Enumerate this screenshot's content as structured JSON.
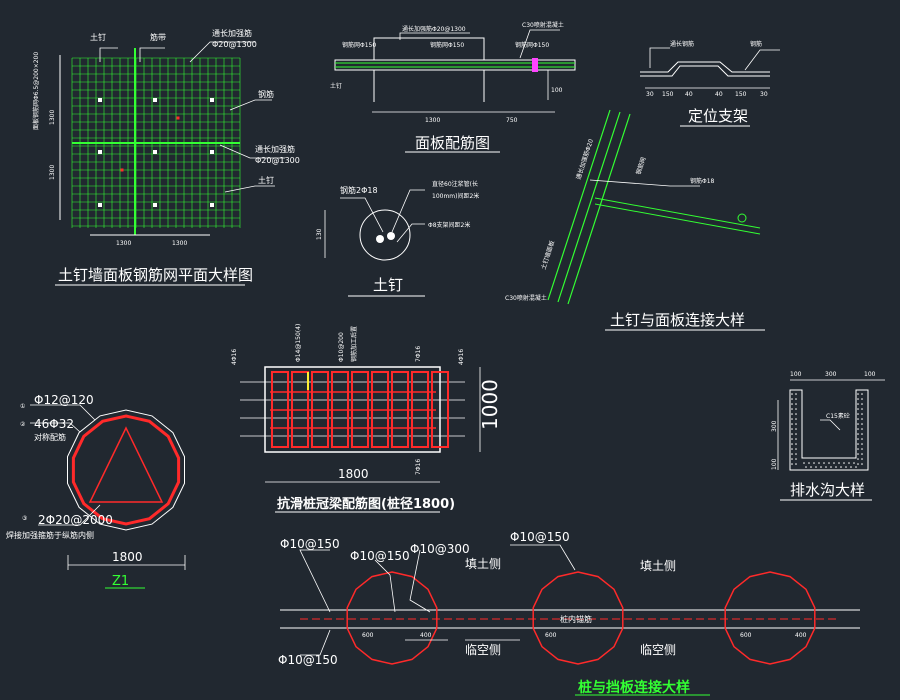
{
  "panel1": {
    "title": "土钉墙面板钢筋网平面大样图",
    "labels": {
      "nail": "土钉",
      "bar": "筋带",
      "long_bar": "通长加强筋",
      "long_bar_spec": "Φ20@1300",
      "mesh_right": "钢筋",
      "long_bar2": "通长加强筋",
      "long_bar2_spec": "Φ20@1300",
      "nail2": "土钉",
      "vert_note": "面板钢筋网Φ6.5@200×200",
      "dim_h1": "1300",
      "dim_h2": "1300",
      "dim_v1": "1300",
      "dim_v2": "1300"
    }
  },
  "panel2": {
    "title": "面板配筋图",
    "labels": {
      "top": "通长加强筋Φ20@1300",
      "c30": "C30喷射混凝土",
      "left": "钢筋网Φ150",
      "mid": "钢筋网Φ150",
      "right": "钢筋网Φ150",
      "nail": "土钉",
      "dim1": "1300",
      "dim2": "750",
      "dim3": "100"
    }
  },
  "panel3": {
    "title": "定位支架",
    "labels": {
      "a": "通长钢筋",
      "b": "钢筋",
      "d1": "30",
      "d2": "150",
      "d3": "40",
      "d4": "40",
      "d5": "150",
      "d6": "30"
    }
  },
  "panel4": {
    "title": "土钉",
    "labels": {
      "bar": "钢筋2Φ18",
      "pipe": "直径60注浆管(长",
      "pipe2": "100mm)间距2米",
      "support": "Φ8支架间距2米",
      "dim": "130"
    }
  },
  "panel5": {
    "title": "土钉与面板连接大样",
    "labels": {
      "a": "土钉墙面板",
      "b": "钢筋Φ18",
      "c": "通长加强筋Φ20",
      "d": "钢筋网",
      "e": "C30喷射混凝土"
    }
  },
  "panel6": {
    "title": "抗滑桩冠梁配筋图(桩径1800)",
    "labels": {
      "top1": "Φ14@150(4)",
      "top2": "Φ10@200",
      "top3": "钢筋加工后置",
      "top4": "7Φ16",
      "left": "4Φ16",
      "right": "4Φ16",
      "bottom": "7Φ16",
      "width": "1800",
      "height": "1000"
    }
  },
  "panel7": {
    "title": "排水沟大样",
    "labels": {
      "d1": "100",
      "d2": "300",
      "d3": "100",
      "inner": "C15素砼",
      "v1": "300",
      "v2": "100"
    }
  },
  "panel8": {
    "title": "Z1",
    "labels": {
      "l1": "Φ12@120",
      "l2": "46Φ32",
      "l3": "对称配筋",
      "l4": "2Φ20@2000",
      "l5": "焊接加强箍筋于纵筋内侧",
      "dim": "1800",
      "n1": "①",
      "n2": "②",
      "n3": "③"
    }
  },
  "panel9": {
    "title": "桩与挡板连接大样",
    "labels": {
      "a": "Φ10@150",
      "b": "Φ10@150",
      "c": "Φ10@300",
      "d": "Φ10@150",
      "fill_side": "填土侧",
      "fill_side2": "填土侧",
      "empty_side": "临空侧",
      "empty_side2": "临空侧",
      "inner": "桩内锚筋",
      "bottom": "Φ10@150",
      "d400a": "400",
      "d400b": "400",
      "d600a": "600",
      "d600b": "600",
      "d600c": "600"
    }
  }
}
